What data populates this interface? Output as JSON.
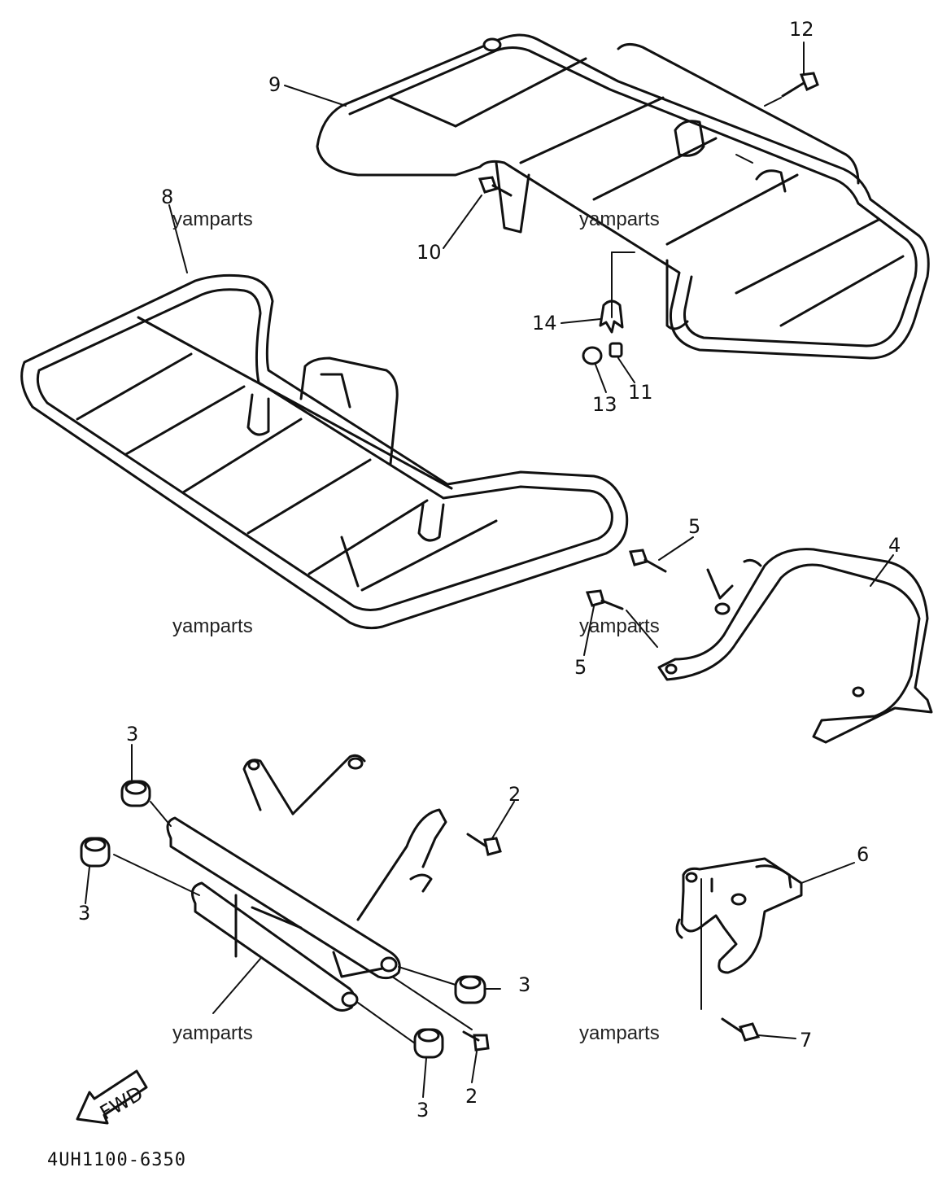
{
  "diagram": {
    "code": "4UH1100-6350",
    "fwd_label": "FWD",
    "watermark": "yamparts",
    "callouts": [
      "12",
      "9",
      "8",
      "10",
      "14",
      "11",
      "13",
      "5",
      "4",
      "5",
      "3",
      "2",
      "3",
      "3",
      "2",
      "3",
      "6",
      "7"
    ]
  }
}
